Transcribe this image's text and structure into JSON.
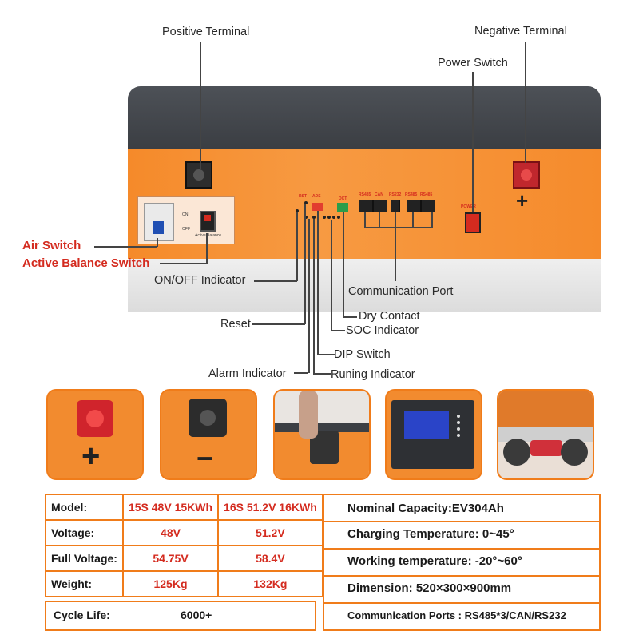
{
  "callouts": {
    "positive_terminal": "Positive Terminal",
    "negative_terminal": "Negative Terminal",
    "power_switch": "Power Switch",
    "air_switch": "Air Switch",
    "active_balance_switch": "Active Balance Switch",
    "on_off_indicator": "ON/OFF Indicator",
    "communication_port": "Communication Port",
    "dry_contact": "Dry Contact",
    "soc_indicator": "SOC Indicator",
    "reset": "Reset",
    "dip_switch": "DIP Switch",
    "alarm_indicator": "Alarm Indicator",
    "runing_indicator": "Runing Indicator"
  },
  "panel": {
    "on": "ON",
    "off": "OFF",
    "active_balance": "Active Balance",
    "rst": "RST",
    "ads": "ADS",
    "dct": "DCT",
    "rs485": "RS485",
    "can": "CAN",
    "rs232": "RS232",
    "rs485_2": "RS485",
    "rs485_3": "RS485",
    "power": "POWER",
    "minus": "−",
    "plus": "+"
  },
  "photos": {
    "plus": "+",
    "minus": "−"
  },
  "specs": {
    "rows": [
      {
        "label": "Model:",
        "a": "15S 48V 15KWh",
        "b": "16S 51.2V 16KWh"
      },
      {
        "label": "Voltage:",
        "a": "48V",
        "b": "51.2V"
      },
      {
        "label": "Full Voltage:",
        "a": "54.75V",
        "b": "58.4V"
      },
      {
        "label": "Weight:",
        "a": "125Kg",
        "b": "132Kg"
      }
    ],
    "cycle_label": "Cycle Life:",
    "cycle_value": "6000+",
    "right": [
      "Nominal Capacity:EV304Ah",
      "Charging Temperature: 0~45°",
      "Working temperature: -20°~60°",
      "Dimension: 520×300×900mm",
      "Communication Ports : RS485*3/CAN/RS232"
    ]
  },
  "colors": {
    "accent": "#f07c1a",
    "red": "#d42b1f"
  }
}
